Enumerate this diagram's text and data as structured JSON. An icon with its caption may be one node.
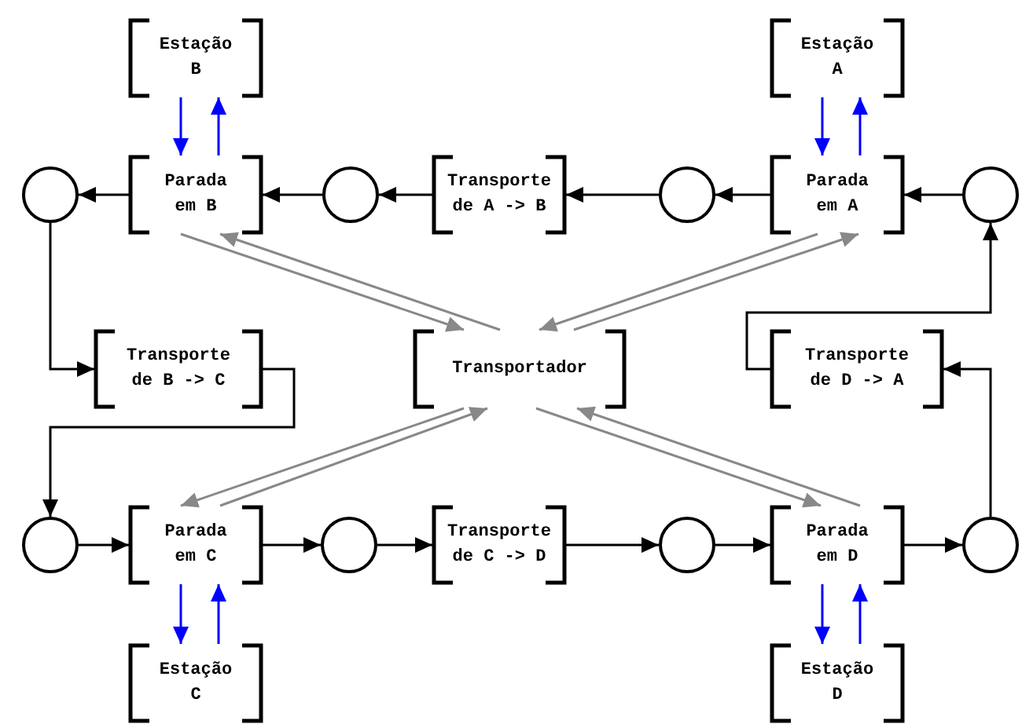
{
  "diagram": {
    "nodes": [
      {
        "text": [
          "Estação B"
        ]
      },
      {
        "text": [
          "Estação A"
        ]
      },
      {
        "text": [],
        "shape": "circle"
      },
      {
        "text": [
          "Parada em B"
        ]
      },
      {
        "text": [],
        "shape": "circle"
      },
      {
        "text": [
          "Transporte de A -> B"
        ]
      },
      {
        "text": [],
        "shape": "circle"
      },
      {
        "text": [
          "Parada em A"
        ]
      },
      {
        "text": [],
        "shape": "circle"
      },
      {
        "text": [
          "Transporte de B -> C"
        ]
      },
      {
        "text": [
          "Transportador"
        ]
      },
      {
        "text": [
          "Transporte de D -> A"
        ]
      },
      {
        "text": [],
        "shape": "circle"
      },
      {
        "text": [
          "Parada em C"
        ]
      },
      {
        "text": [],
        "shape": "circle"
      },
      {
        "text": [
          "Transporte de C -> D"
        ]
      },
      {
        "text": [],
        "shape": "circle"
      },
      {
        "text": [
          "Parada em D"
        ]
      },
      {
        "text": [],
        "shape": "circle"
      },
      {
        "text": [
          "Estação C"
        ]
      },
      {
        "text": [
          "Estação D"
        ]
      }
    ],
    "edges": [
      {
        "from": 8,
        "to": 7,
        "arrow": "to"
      },
      {
        "from": 7,
        "to": 6,
        "arrow": "to"
      },
      {
        "from": 6,
        "to": 5,
        "arrow": "to"
      },
      {
        "from": 5,
        "to": 4,
        "arrow": "to"
      },
      {
        "from": 4,
        "to": 3,
        "arrow": "to"
      },
      {
        "from": 3,
        "to": 2,
        "arrow": "to"
      },
      {
        "from": 0,
        "to": 3,
        "arrow": "to",
        "color": "#0000ff"
      },
      {
        "from": 3,
        "to": 0,
        "arrow": "to",
        "color": "#0000ff"
      },
      {
        "from": 1,
        "to": 7,
        "arrow": "to",
        "color": "#0000ff"
      },
      {
        "from": 7,
        "to": 1,
        "arrow": "to",
        "color": "#0000ff"
      },
      {
        "from": 3,
        "to": 10,
        "arrow": "to",
        "color": "#888888"
      },
      {
        "from": 10,
        "to": 3,
        "arrow": "to",
        "color": "#888888"
      },
      {
        "from": 7,
        "to": 10,
        "arrow": "to",
        "color": "#888888"
      },
      {
        "from": 10,
        "to": 7,
        "arrow": "to",
        "color": "#888888"
      },
      {
        "from": 2,
        "to": 9,
        "arrow": "to"
      },
      {
        "from": 9,
        "to": 12,
        "arrow": "to"
      },
      {
        "from": 11,
        "to": 8,
        "arrow": "to"
      },
      {
        "from": 10,
        "to": 13,
        "arrow": "to",
        "color": "#888888"
      },
      {
        "from": 13,
        "to": 10,
        "arrow": "to",
        "color": "#888888"
      },
      {
        "from": 10,
        "to": 17,
        "arrow": "to",
        "color": "#888888"
      },
      {
        "from": 17,
        "to": 10,
        "arrow": "to",
        "color": "#888888"
      },
      {
        "from": 12,
        "to": 13,
        "arrow": "to"
      },
      {
        "from": 13,
        "to": 14,
        "arrow": "to"
      },
      {
        "from": 14,
        "to": 15,
        "arrow": "to"
      },
      {
        "from": 15,
        "to": 16,
        "arrow": "to"
      },
      {
        "from": 16,
        "to": 17,
        "arrow": "to"
      },
      {
        "from": 17,
        "to": 18,
        "arrow": "to"
      },
      {
        "from": 18,
        "to": 11,
        "arrow": "to"
      },
      {
        "from": 13,
        "to": 19,
        "arrow": "to",
        "color": "#0000ff"
      },
      {
        "from": 19,
        "to": 13,
        "arrow": "to",
        "color": "#0000ff"
      },
      {
        "from": 17,
        "to": 20,
        "arrow": "to",
        "color": "#0000ff"
      },
      {
        "from": 20,
        "to": 17,
        "arrow": "to",
        "color": "#0000ff"
      }
    ]
  }
}
